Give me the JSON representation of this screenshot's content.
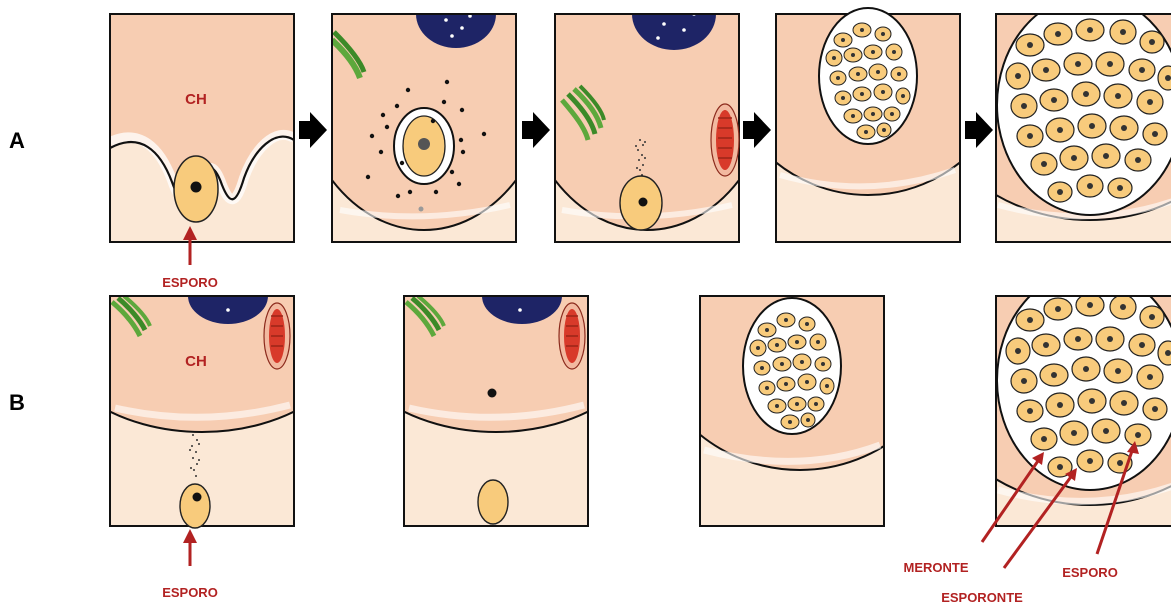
{
  "rows": {
    "a": "A",
    "b": "B"
  },
  "labels": {
    "ch_a": "CH",
    "ch_b": "CH",
    "esporo_a": "ESPORO",
    "esporo_b": "ESPORO",
    "meronte": "MERONTE",
    "esporonte": "ESPORONTE",
    "esporo_final": "ESPORO"
  },
  "colors": {
    "host_cytoplasm": "#f7cdb2",
    "outside": "#fbe8d6",
    "spore": "#f8cb7c",
    "nucleus_host": "#1e2466",
    "mitochondrion": "#d83a2a",
    "er_green": "#5da83c",
    "label_red": "#b22222"
  },
  "icons": {
    "arrow": "right-arrow-icon"
  }
}
